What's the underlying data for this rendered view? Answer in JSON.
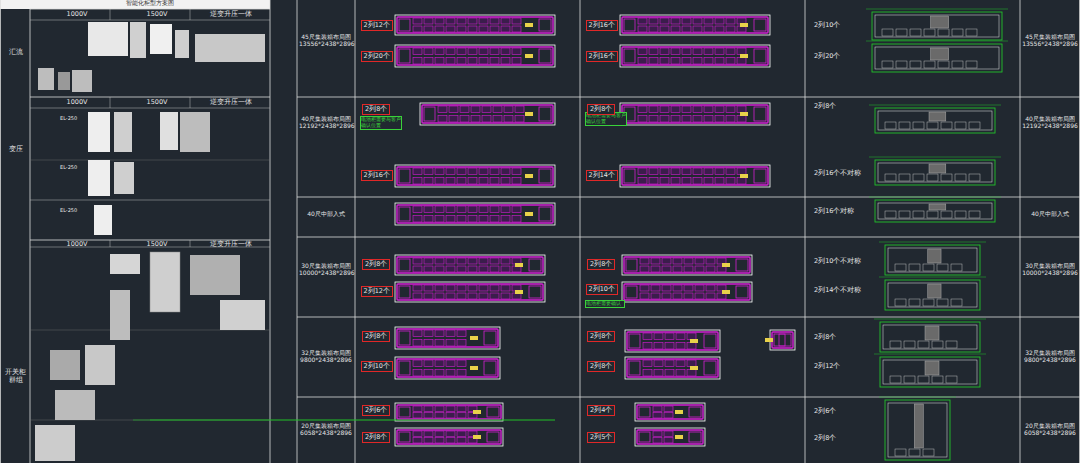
{
  "diagram": {
    "title": "智能化柜型方案图",
    "nodes": [
      {
        "text": [
          "2列12个"
        ]
      },
      {
        "text": [
          "2列16个"
        ]
      },
      {
        "text": [
          "2列20个"
        ]
      },
      {
        "text": [
          "2列16个"
        ]
      },
      {
        "text": [
          "2列8个"
        ]
      },
      {
        "text": [
          "2列8个"
        ]
      },
      {
        "text": [
          "2列16个"
        ]
      },
      {
        "text": [
          "2列14个"
        ]
      },
      {
        "text": [
          "2列8个"
        ]
      },
      {
        "text": [
          "2列8个"
        ]
      },
      {
        "text": [
          "2列12个"
        ]
      },
      {
        "text": [
          "2列10个"
        ]
      },
      {
        "text": [
          "2列8个"
        ]
      },
      {
        "text": [
          "2列8个"
        ]
      },
      {
        "text": [
          "2列10个"
        ]
      },
      {
        "text": [
          "2列8个"
        ]
      },
      {
        "text": [
          "2列6个"
        ]
      },
      {
        "text": [
          "2列4个"
        ]
      },
      {
        "text": [
          "2列8个"
        ]
      },
      {
        "text": [
          "2列5个"
        ]
      }
    ],
    "labels": [
      "1000V",
      "1500V",
      "逆变升压一体",
      "汇流",
      "1000V",
      "1500V",
      "逆变升压一体",
      "变压",
      "EL-250",
      "EL-250",
      "EL-250",
      "1000V",
      "1500V",
      "逆变升压一体",
      "开关柜群组",
      "45尺集装箱布局图 13556*2438*2896",
      "40尺集装箱布局图 12192*2438*2896",
      "40尺中部入式",
      "30尺集装箱布局图 10000*2438*2896",
      "32尺集装箱布局图 9800*2438*2896",
      "20尺集装箱布局图 6058*2438*2896",
      "2列10个",
      "2列20个",
      "2列8个",
      "2列16个不对称",
      "2列16个对称",
      "2列10个不对称",
      "2列14个不对称",
      "2列8个",
      "2列12个",
      "2列6个",
      "2列8个",
      "45尺集装箱布局图 13556*2438*2896",
      "40尺集装箱布局图 12192*2438*2896",
      "40尺中部入式",
      "30尺集装箱布局图 10000*2438*2896",
      "32尺集装箱布局图 9800*2438*2896",
      "20尺集装箱布局图 6058*2438*2896",
      "电池柜需要与客户确认位置",
      "电池柜需要与客户确认位置",
      "电池柜需要确认"
    ]
  }
}
